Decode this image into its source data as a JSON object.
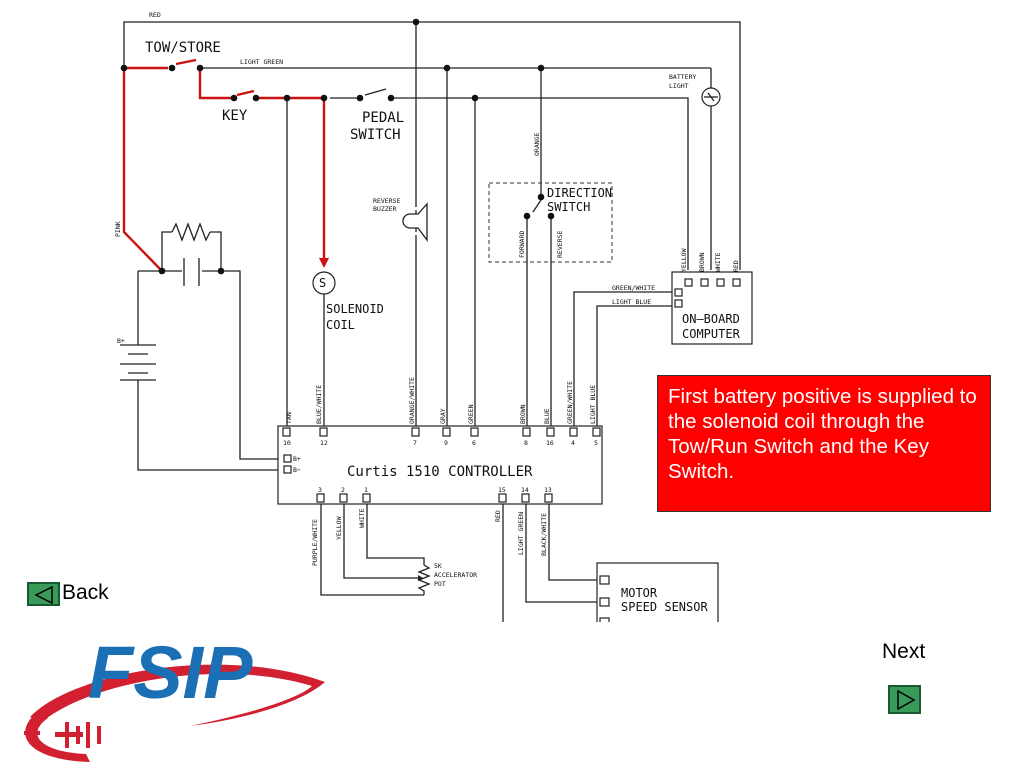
{
  "diagram": {
    "labels": {
      "red_top": "RED",
      "tow_store": "TOW/STORE",
      "light_green_top": "LIGHT GREEN",
      "key": "KEY",
      "pedal_switch_1": "PEDAL",
      "pedal_switch_2": "SWITCH",
      "battery_light_1": "BATTERY",
      "battery_light_2": "LIGHT",
      "orange": "ORANGE",
      "direction_1": "DIRECTION",
      "direction_2": "SWITCH",
      "forward": "FORWARD",
      "reverse": "REVERSE",
      "reverse_buzzer_1": "REVERSE",
      "reverse_buzzer_2": "BUZZER",
      "pink": "PINK",
      "b_plus_battery": "B+",
      "solenoid_1": "SOLENOID",
      "solenoid_2": "COIL",
      "solenoid_symbol": "S",
      "obc_wire_yellow": "YELLOW",
      "obc_wire_brown": "BROWN",
      "obc_wire_white": "WHITE",
      "obc_wire_red": "RED",
      "green_white_obc": "GREEN/WHITE",
      "light_blue_obc": "LIGHT BLUE",
      "obc_1": "ON—BOARD",
      "obc_2": "COMPUTER",
      "ctrl_title": "Curtis  1510  CONTROLLER",
      "ctrl_bplus": "B+",
      "ctrl_bminus": "B−",
      "accel_1": "5K",
      "accel_2": "ACCELERATOR",
      "accel_3": "POT",
      "motor_1": "MOTOR",
      "motor_2": "SPEED SENSOR"
    },
    "top_pins": [
      {
        "num": "10",
        "wire": "TAN"
      },
      {
        "num": "12",
        "wire": "BLUE/WHITE"
      },
      {
        "num": "7",
        "wire": "ORANGE/WHITE"
      },
      {
        "num": "9",
        "wire": "GRAY"
      },
      {
        "num": "6",
        "wire": "GREEN"
      },
      {
        "num": "8",
        "wire": "BROWN"
      },
      {
        "num": "16",
        "wire": "BLUE"
      },
      {
        "num": "4",
        "wire": "GREEN/WHITE"
      },
      {
        "num": "5",
        "wire": "LIGHT BLUE"
      }
    ],
    "bottom_pins": [
      {
        "num": "3",
        "wire": "PURPLE/WHITE"
      },
      {
        "num": "2",
        "wire": "YELLOW"
      },
      {
        "num": "1",
        "wire": "WHITE"
      },
      {
        "num": "15",
        "wire": "RED"
      },
      {
        "num": "14",
        "wire": "LIGHT GREEN"
      },
      {
        "num": "13",
        "wire": "BLACK/WHITE"
      }
    ],
    "highlight_color": "#cc1111"
  },
  "callout": {
    "text": "First battery positive is supplied to the solenoid coil through the Tow/Run Switch and the Key Switch.",
    "bg_color": "#ff0000"
  },
  "nav": {
    "back_label": "Back",
    "next_label": "Next",
    "button_color": "#3a9a5a"
  },
  "logo": {
    "text": "FSIP",
    "brand_blue": "#1a6fb5",
    "brand_red": "#d22030"
  }
}
